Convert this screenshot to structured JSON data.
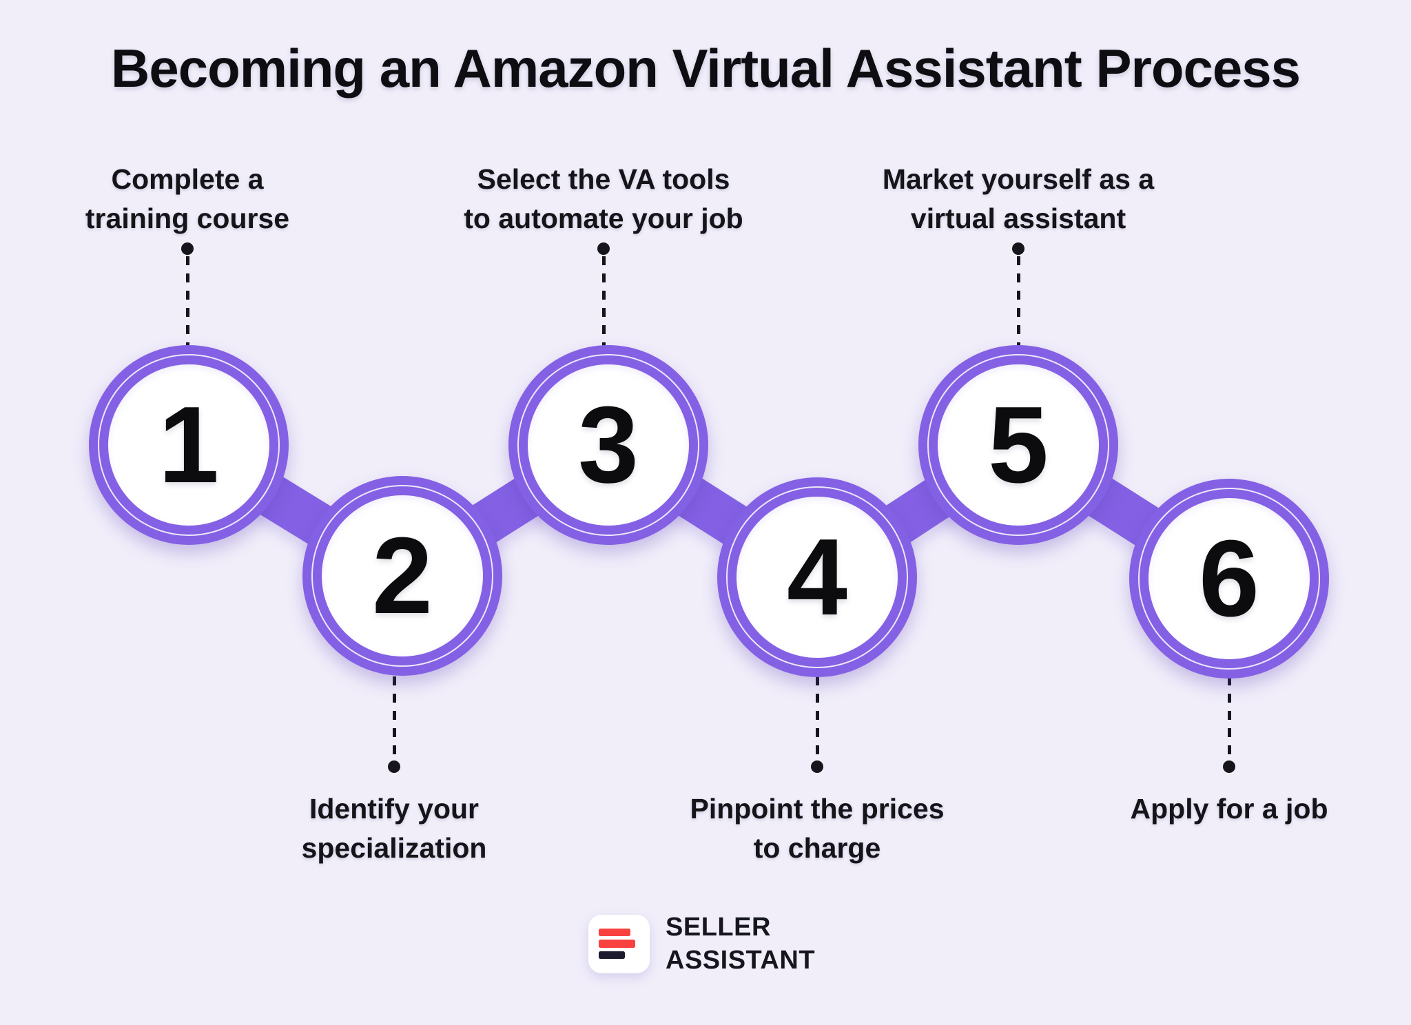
{
  "title": "Becoming an Amazon Virtual Assistant Process",
  "steps": [
    {
      "number": "1",
      "label": "Complete a training course",
      "lines": [
        "Complete a",
        "training course"
      ],
      "label_position": "top"
    },
    {
      "number": "2",
      "label": "Identify your specialization",
      "lines": [
        "Identify your",
        "specialization"
      ],
      "label_position": "bottom"
    },
    {
      "number": "3",
      "label": "Select the VA tools to automate your job",
      "lines": [
        "Select the VA tools",
        "to automate your job"
      ],
      "label_position": "top"
    },
    {
      "number": "4",
      "label": "Pinpoint the prices to charge",
      "lines": [
        "Pinpoint the prices",
        "to charge"
      ],
      "label_position": "bottom"
    },
    {
      "number": "5",
      "label": "Market yourself as a virtual assistant",
      "lines": [
        "Market yourself as a",
        "virtual assistant"
      ],
      "label_position": "top"
    },
    {
      "number": "6",
      "label": "Apply for a job",
      "lines": [
        "Apply for a job"
      ],
      "label_position": "bottom"
    }
  ],
  "footer": {
    "logo_icon": "three-bars-icon",
    "brand_line1": "SELLER",
    "brand_line2": "ASSISTANT"
  },
  "colors": {
    "background": "#F1EEFA",
    "accent_purple": "#8461E4",
    "text_dark": "#141419",
    "logo_red": "#F9413F",
    "logo_navy": "#1C1B2E"
  }
}
